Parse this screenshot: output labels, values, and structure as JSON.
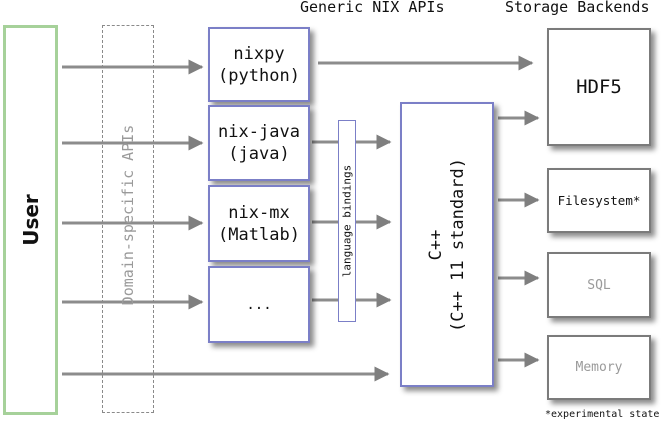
{
  "headers": {
    "generic_apis": "Generic NIX APIs",
    "storage_backends": "Storage Backends"
  },
  "user_label": "User",
  "domain_label": "Domain-specific APIs",
  "apis": [
    {
      "label": "nixpy\n(python)"
    },
    {
      "label": "nix-java\n(java)"
    },
    {
      "label": "nix-mx\n(Matlab)"
    },
    {
      "label": "..."
    }
  ],
  "bindings_label": "language bindings",
  "cpp": {
    "line1": "C++",
    "line2": "(C++ 11 standard)"
  },
  "backends": [
    {
      "label": "HDF5"
    },
    {
      "label": "Filesystem*"
    },
    {
      "label": "SQL"
    },
    {
      "label": "Memory"
    }
  ],
  "footnote": "*experimental state",
  "colors": {
    "api_border": "#7b7fc7",
    "user_border": "#a6d19a",
    "arrow": "#7f7f7f",
    "disabled_text": "#9a9a9a"
  }
}
